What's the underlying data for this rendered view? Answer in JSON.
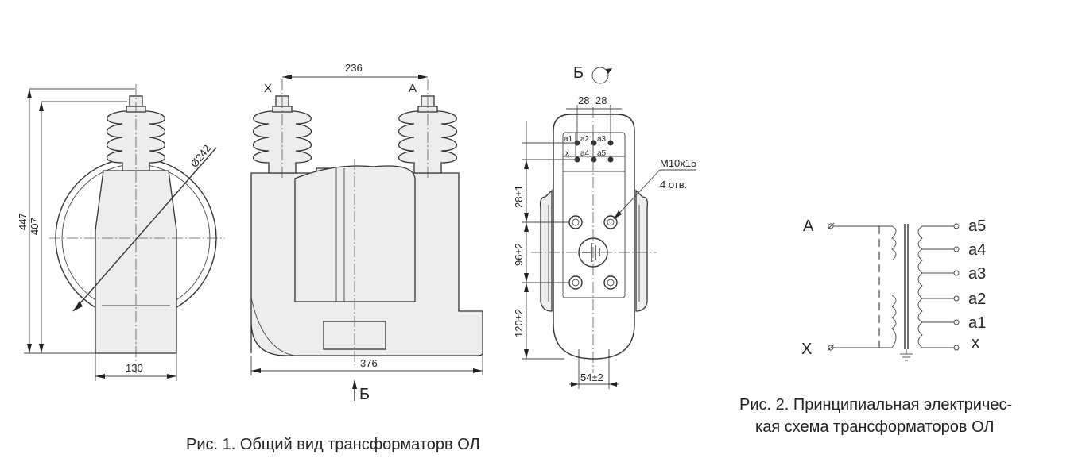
{
  "figure1": {
    "caption": "Рис. 1. Общий вид трансформаторв ОЛ",
    "dims": {
      "height_total": "447",
      "height_body": "407",
      "diameter": "Ø242",
      "base_width": "130",
      "terminal_spacing": "236",
      "length": "376",
      "terminal_x": "X",
      "terminal_a": "A",
      "view_arrow": "Б",
      "view_label": "Б",
      "hole_spacing_1": "28",
      "hole_spacing_2": "28",
      "dim_28": "28±1",
      "dim_96": "96±2",
      "dim_120": "120±2",
      "dim_54": "54±2",
      "bolt_spec": "M10x15",
      "bolt_count": "4 отв.",
      "panel_labels": [
        "a1",
        "a2",
        "a3",
        "x",
        "a4",
        "a5"
      ]
    }
  },
  "figure2": {
    "caption_line1": "Рис. 2. Принципиальная электричес-",
    "caption_line2": "кая схема трансформаторов ОЛ",
    "primary_top": "A",
    "primary_bottom": "X",
    "secondary_taps": [
      {
        "label": "a5"
      },
      {
        "label": "a4"
      },
      {
        "label": "a3"
      },
      {
        "label": "a2"
      },
      {
        "label": "a1"
      },
      {
        "label": "x"
      }
    ]
  }
}
